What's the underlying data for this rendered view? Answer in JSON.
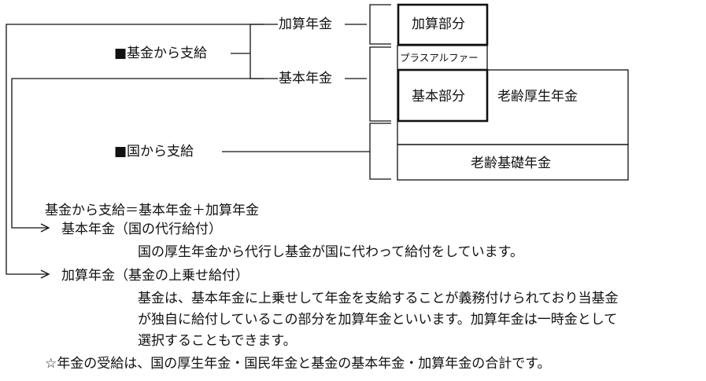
{
  "diagram": {
    "labels": {
      "fund_payment": "■基金から支給",
      "state_payment": "■国から支給",
      "additional_pension": "加算年金",
      "basic_pension": "基本年金"
    },
    "blocks": {
      "additional_part": "加算部分",
      "plus_alpha": "プラスアルファー",
      "basic_part": "基本部分",
      "old_age_employee_pension": "老齢厚生年金",
      "old_age_basic_pension": "老齢基礎年金"
    }
  },
  "notes": {
    "formula": "基金から支給＝基本年金＋加算年金",
    "item1_heading": "基本年金（国の代行給付）",
    "item1_body": "国の厚生年金から代行し基金が国に代わって給付をしています。",
    "item2_heading": "加算年金（基金の上乗せ給付）",
    "item2_body_line1": "基金は、基本年金に上乗せして年金を支給することが義務付けられており当基金",
    "item2_body_line2": "が独自に給付しているこの部分を加算年金といいます。加算年金は一時金として",
    "item2_body_line3": "選択することもできます。",
    "summary": "☆年金の受給は、国の厚生年金・国民年金と基金の基本年金・加算年金の合計です。"
  },
  "colors": {
    "ink": "#111111",
    "background": "#ffffff"
  }
}
